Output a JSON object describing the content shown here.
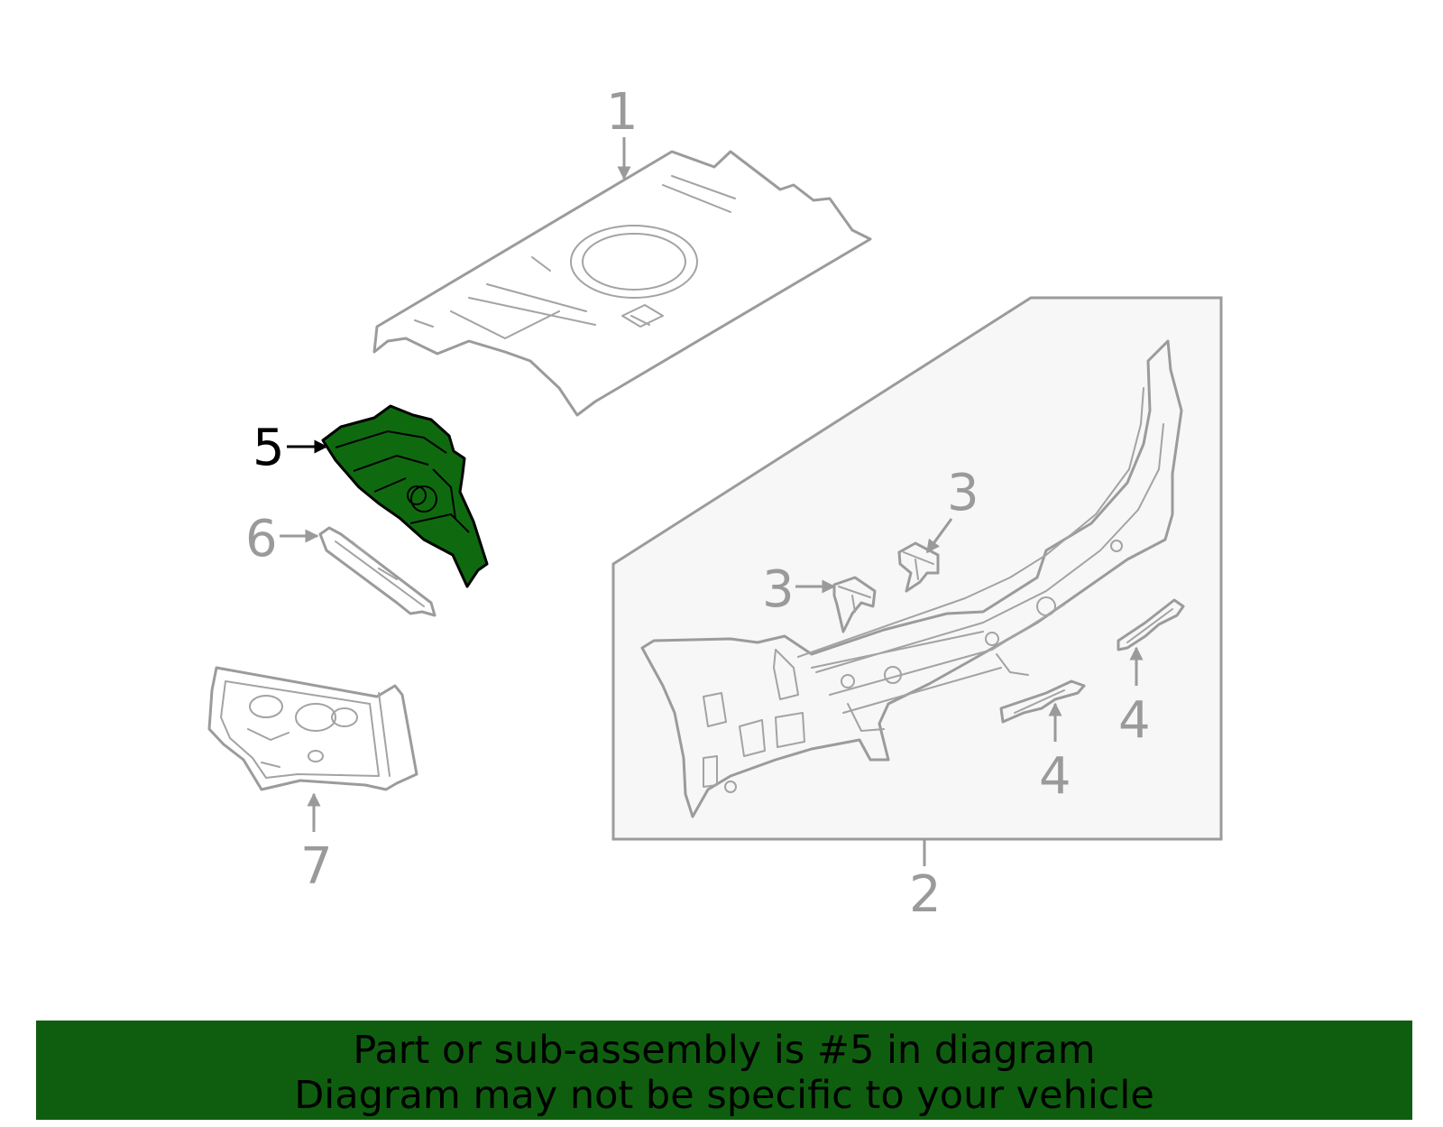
{
  "colors": {
    "highlight": "#0f6a0f",
    "banner": "#0f5e0f",
    "outline": "#9b9b9b",
    "callout_active": "#000000"
  },
  "callouts": {
    "c1": "1",
    "c2": "2",
    "c3a": "3",
    "c3b": "3",
    "c4a": "4",
    "c4b": "4",
    "c5": "5",
    "c6": "6",
    "c7": "7"
  },
  "banner": {
    "line1": "Part or sub-assembly is #5 in diagram",
    "line2": "Diagram may not be specific to your vehicle"
  }
}
